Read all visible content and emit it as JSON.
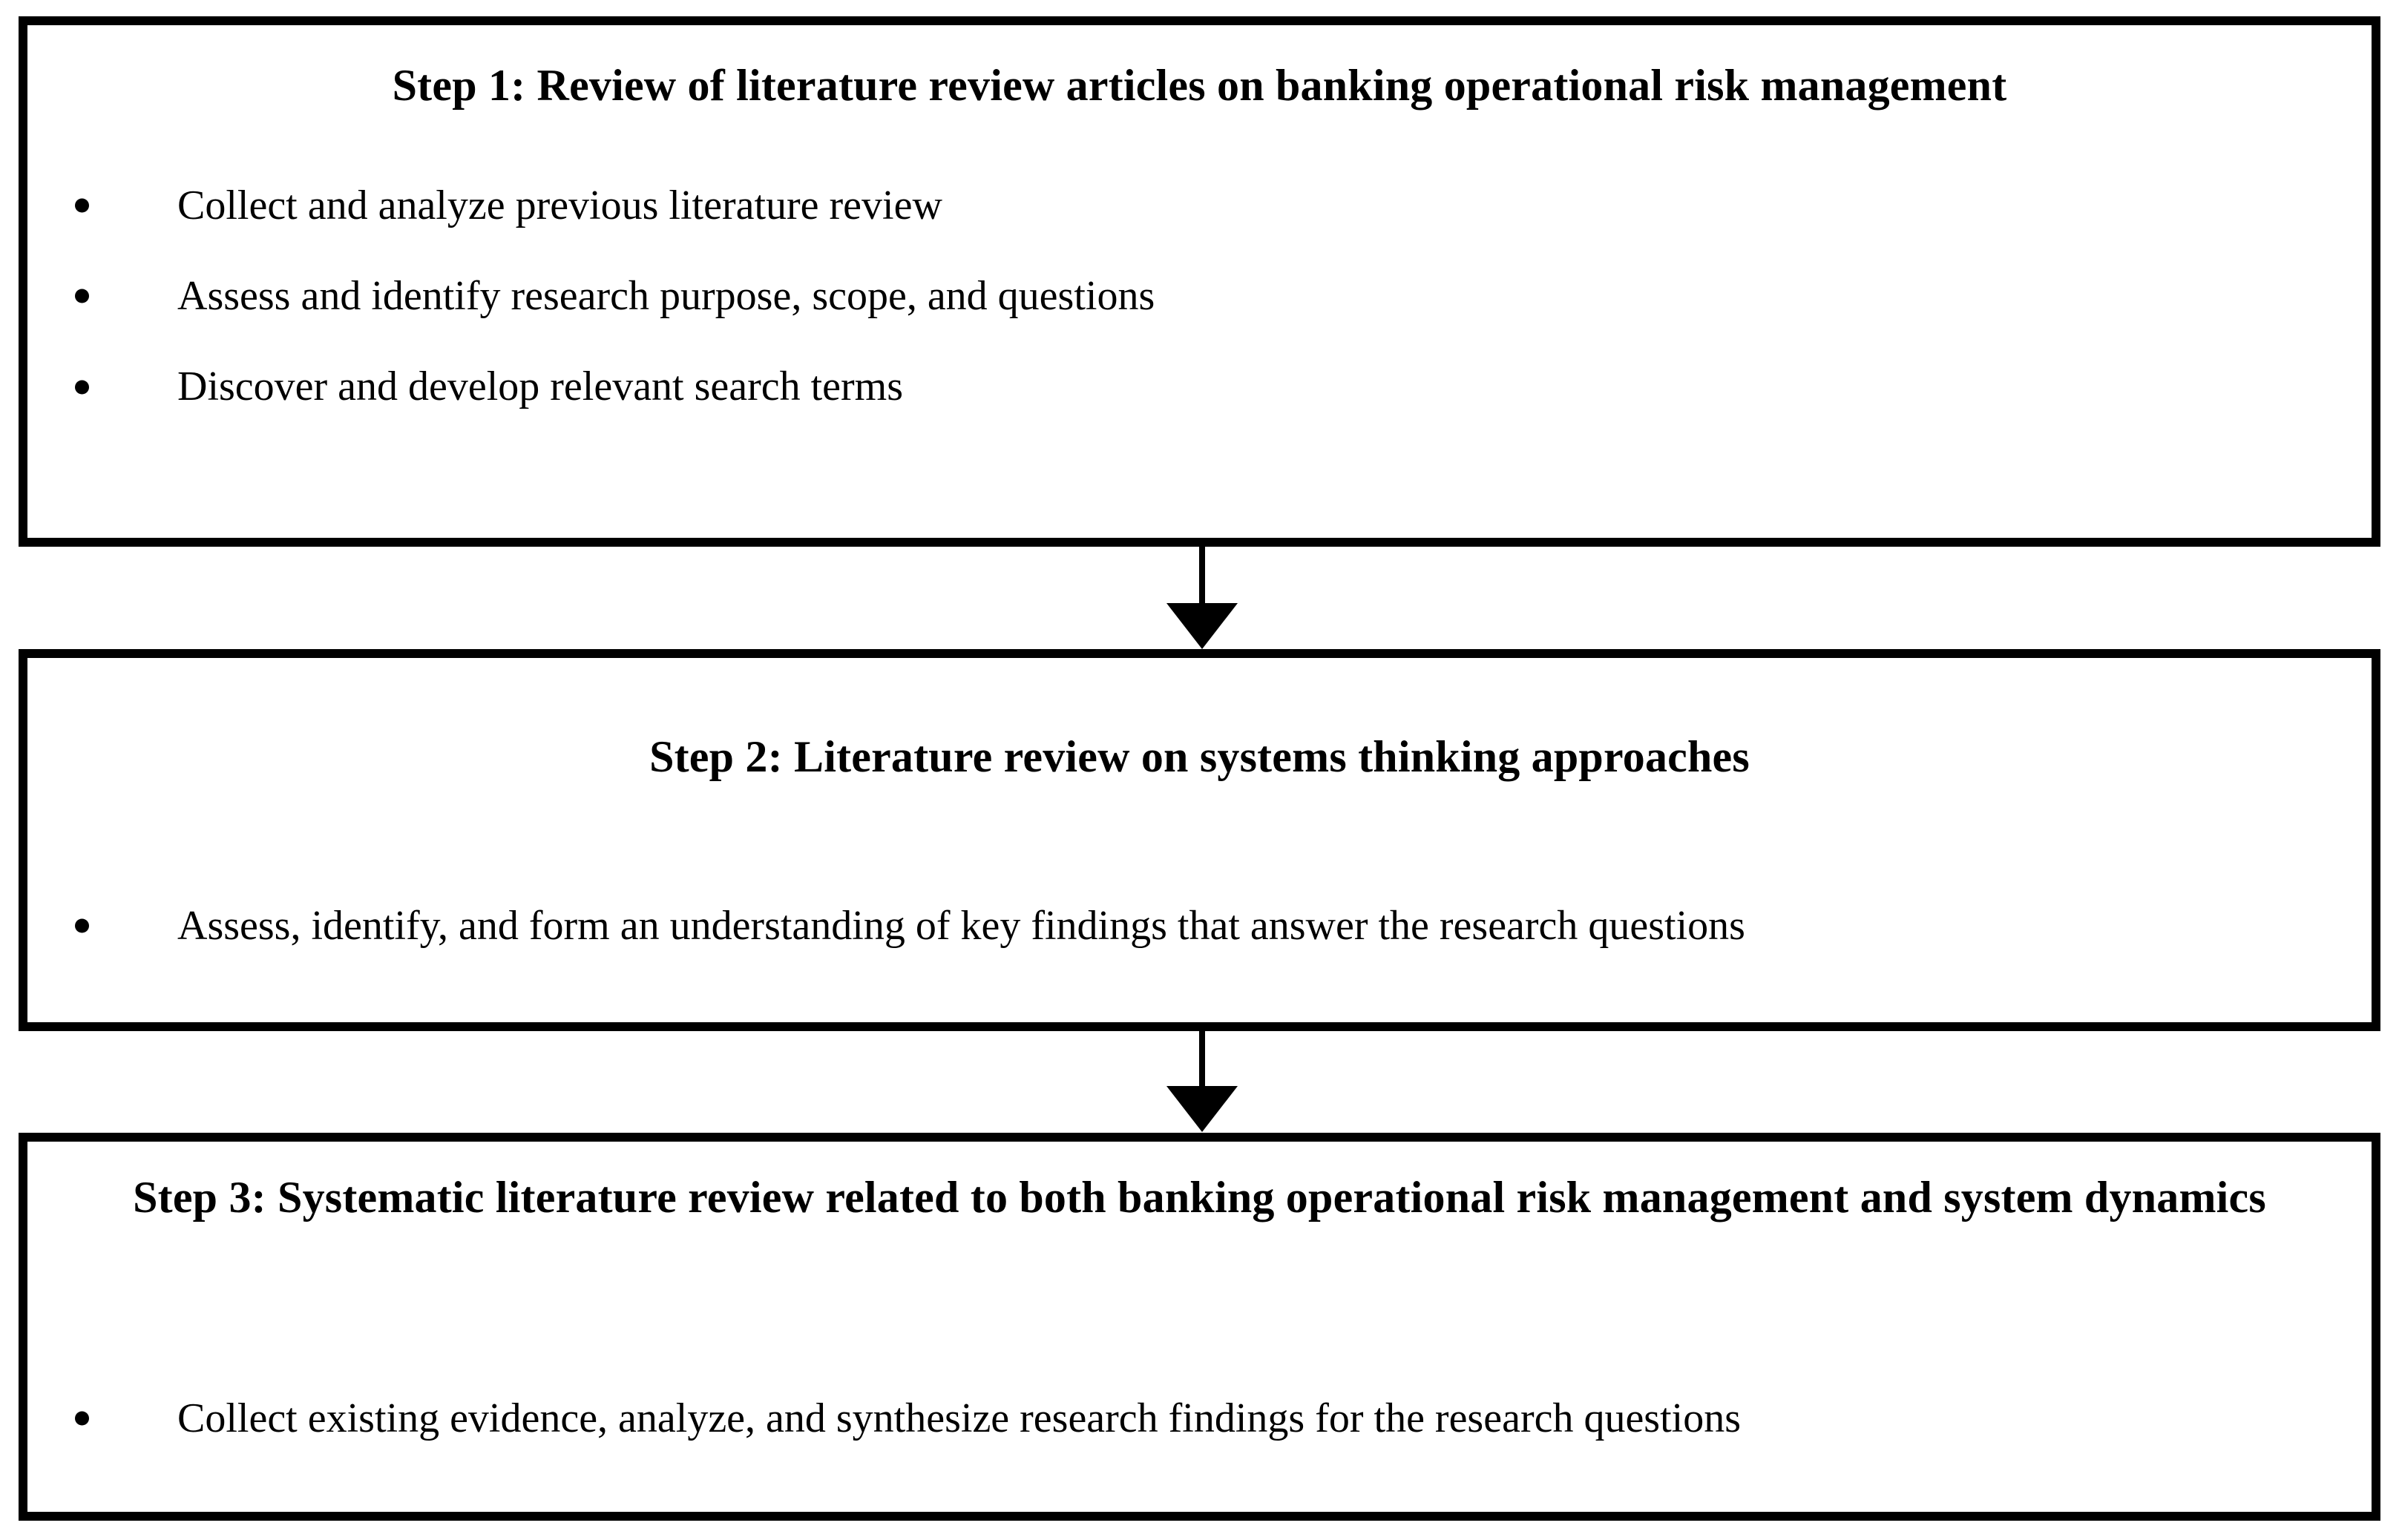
{
  "diagram": {
    "title": "Three-step literature review methodology flowchart",
    "colors": {
      "border": "#000000",
      "background": "#ffffff",
      "text": "#000000",
      "arrow": "#000000"
    },
    "steps": [
      {
        "id": "step-1",
        "heading": "Step 1: Review of literature review articles on banking operational risk management",
        "bullets": [
          "Collect and analyze previous literature review",
          "Assess and identify research purpose, scope, and questions",
          "Discover and develop relevant search terms"
        ]
      },
      {
        "id": "step-2",
        "heading": "Step 2: Literature review on systems thinking approaches",
        "bullets": [
          "Assess, identify, and form an understanding of key findings that answer the research questions"
        ]
      },
      {
        "id": "step-3",
        "heading_line_1": "Step 3: Systematic literature review related to both banking operational risk management and",
        "heading_line_2": "system dynamics",
        "bullets": [
          "Collect existing evidence, analyze, and synthesize research findings for the research questions"
        ]
      }
    ],
    "connectors": [
      {
        "id": "arrow-1",
        "from": "step-1",
        "to": "step-2",
        "direction": "down"
      },
      {
        "id": "arrow-2",
        "from": "step-2",
        "to": "step-3",
        "direction": "down"
      }
    ]
  }
}
